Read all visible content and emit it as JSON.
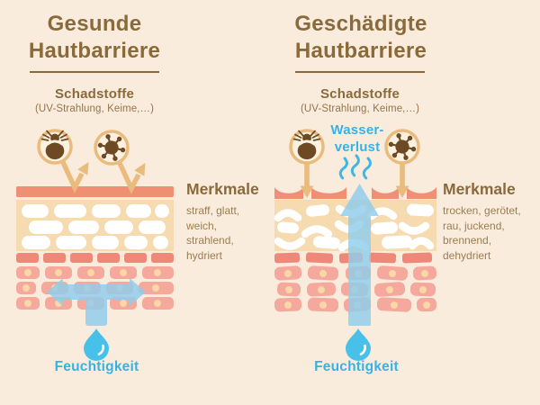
{
  "colors": {
    "background": "#faecdd",
    "heading_brown": "#8a6a3b",
    "accent_blue": "#35b4e4",
    "skin_surface_salmon": "#ef8f74",
    "badge_outline_tan": "#e9bc7e"
  },
  "left_panel": {
    "title_line1": "Gesunde",
    "title_line2": "Hautbarriere",
    "pollutants_heading": "Schadstoffe",
    "pollutants_subtitle": "(UV-Strahlung, Keime,…)",
    "features_heading": "Merkmale",
    "features_lines": [
      "straff, glatt,",
      "weich,",
      "strahlend,",
      "hydriert"
    ],
    "moisture_label": "Feuchtigkeit",
    "icons": [
      "mite-icon",
      "germ-icon",
      "deflected-arrow-icon",
      "moisture-retained-arrow",
      "water-drop-icon"
    ]
  },
  "right_panel": {
    "title_line1": "Geschädigte",
    "title_line2": "Hautbarriere",
    "pollutants_heading": "Schadstoffe",
    "pollutants_subtitle": "(UV-Strahlung, Keime,…)",
    "water_loss_line1": "Wasser-",
    "water_loss_line2": "verlust",
    "features_heading": "Merkmale",
    "features_lines": [
      "trocken, gerötet,",
      "rau, juckend,",
      "brennend,",
      "dehydriert"
    ],
    "moisture_label": "Feuchtigkeit",
    "icons": [
      "mite-icon",
      "germ-icon",
      "penetration-arrow-icon",
      "water-loss-arrow",
      "vapor-icon",
      "water-drop-icon"
    ]
  }
}
